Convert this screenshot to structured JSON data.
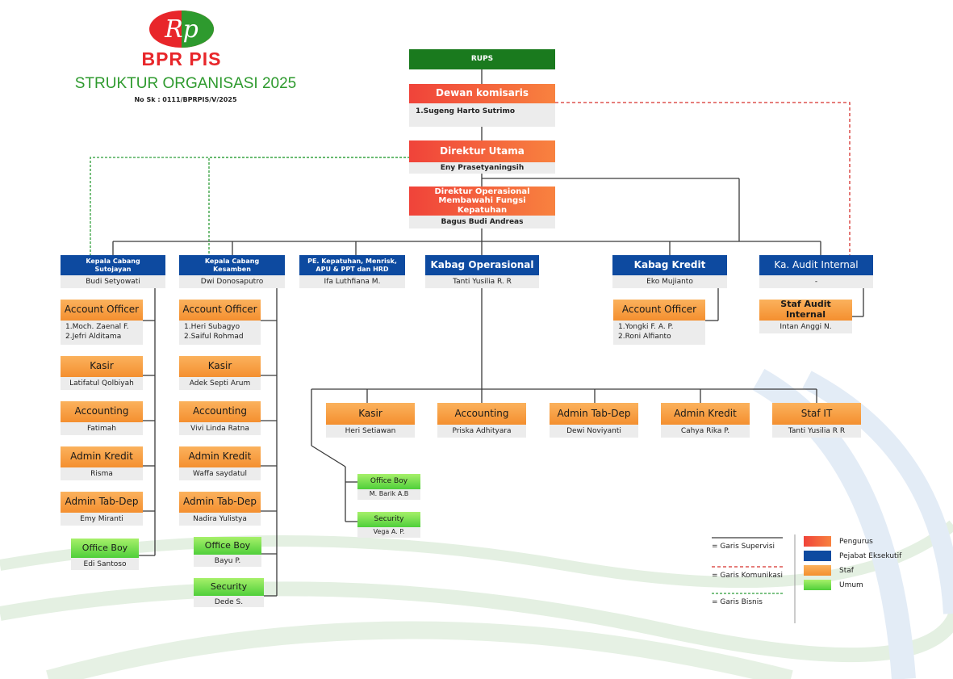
{
  "logo": {
    "brand": "BPR PIS",
    "title": "STRUKTUR ORGANISASI 2025",
    "sk": "No Sk : 0111/BPRPIS/V/2025"
  },
  "top": {
    "rups": "RUPS",
    "dewan": {
      "title": "Dewan komisaris",
      "name": "1.Sugeng Harto Sutrimo"
    },
    "dirut": {
      "title": "Direktur Utama",
      "name": "Eny Prasetyaningsih"
    },
    "dirops": {
      "title": "Direktur Operasional Membawahi Fungsi Kepatuhan",
      "name": "Bagus Budi Andreas"
    }
  },
  "execs": {
    "sutojayan": {
      "title": "Kepala Cabang Sutojayan",
      "name": "Budi Setyowati"
    },
    "kesamben": {
      "title": "Kepala Cabang Kesamben",
      "name": "Dwi Donosaputro"
    },
    "kepatuhan": {
      "title": "PE. Kepatuhan, Menrisk, APU & PPT dan HRD",
      "name": "Ifa Luthfiana M."
    },
    "kabag_ops": {
      "title": "Kabag Operasional",
      "name": "Tanti Yusilia R. R"
    },
    "kabag_kredit": {
      "title": "Kabag Kredit",
      "name": "Eko Mujianto"
    },
    "audit": {
      "title": "Ka. Audit Internal",
      "name": "-"
    }
  },
  "sutojayan_staff": [
    {
      "title": "Account Officer",
      "names": [
        "1.Moch. Zaenal F.",
        "2.Jefri Alditama"
      ]
    },
    {
      "title": "Kasir",
      "names": [
        "Latifatul Qolbiyah"
      ]
    },
    {
      "title": "Accounting",
      "names": [
        "Fatimah"
      ]
    },
    {
      "title": "Admin Kredit",
      "names": [
        "Risma"
      ]
    },
    {
      "title": "Admin Tab-Dep",
      "names": [
        "Emy Miranti"
      ]
    },
    {
      "title": "Office Boy",
      "names": [
        "Edi Santoso"
      ]
    }
  ],
  "kesamben_staff": [
    {
      "title": "Account Officer",
      "names": [
        "1.Heri Subagyo",
        "2.Saiful Rohmad"
      ]
    },
    {
      "title": "Kasir",
      "names": [
        "Adek Septi Arum"
      ]
    },
    {
      "title": "Accounting",
      "names": [
        "Vivi Linda Ratna"
      ]
    },
    {
      "title": "Admin Kredit",
      "names": [
        "Waffa saydatul"
      ]
    },
    {
      "title": "Admin Tab-Dep",
      "names": [
        "Nadira Yulistya"
      ]
    },
    {
      "title": "Office Boy",
      "names": [
        "Bayu P."
      ]
    },
    {
      "title": "Security",
      "names": [
        "Dede S."
      ]
    }
  ],
  "kredit_staff": {
    "title": "Account Officer",
    "names": [
      "1.Yongki F. A. P.",
      "2.Roni Alfianto"
    ]
  },
  "audit_staff": {
    "title": "Staf Audit Internal",
    "names": [
      "Intan Anggi N."
    ]
  },
  "ops_staff": [
    {
      "title": "Kasir",
      "names": [
        "Heri Setiawan"
      ]
    },
    {
      "title": "Accounting",
      "names": [
        "Priska Adhityara"
      ]
    },
    {
      "title": "Admin Tab-Dep",
      "names": [
        "Dewi Noviyanti"
      ]
    },
    {
      "title": "Admin Kredit",
      "names": [
        "Cahya Rika P."
      ]
    },
    {
      "title": "Staf IT",
      "names": [
        "Tanti Yusilia R R"
      ]
    }
  ],
  "ops_umum": [
    {
      "title": "Office Boy",
      "names": [
        "M. Barik A.B"
      ]
    },
    {
      "title": "Security",
      "names": [
        "Vega A. P."
      ]
    }
  ],
  "legend": {
    "lines": [
      "= Garis Supervisi",
      "= Garis Komunikasi",
      "= Garis Bisnis"
    ],
    "colors": [
      "Pengurus",
      "Pejabat Eksekutif",
      "Staf",
      "Umum"
    ]
  },
  "colors": {
    "pengurus": "#f0433a",
    "eksekutif": "#0d4aa0",
    "staf": "#f59a3a",
    "umum": "#6fdc45",
    "rups": "#1a7a1e",
    "brand": "#2e9a2e",
    "brand_red": "#e8262a"
  }
}
